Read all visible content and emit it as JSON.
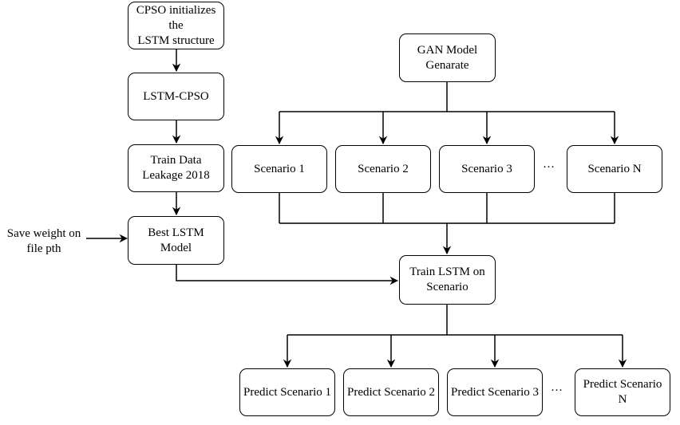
{
  "nodes": {
    "cpso_init": "CPSO initializes the\nLSTM structure",
    "lstm_cpso": "LSTM-CPSO",
    "train_data": "Train Data\nLeakage 2018",
    "best_lstm": "Best LSTM Model",
    "gan_model": "GAN Model\nGenarate",
    "scenario_1": "Scenario 1",
    "scenario_2": "Scenario 2",
    "scenario_3": "Scenario 3",
    "scenario_n": "Scenario N",
    "train_lstm": "Train LSTM on\nScenario",
    "predict_1": "Predict Scenario 1",
    "predict_2": "Predict Scenario 2",
    "predict_3": "Predict Scenario 3",
    "predict_n": "Predict Scenario N"
  },
  "annotation": "Save weight on\nfile pth",
  "ellipsis": "···"
}
